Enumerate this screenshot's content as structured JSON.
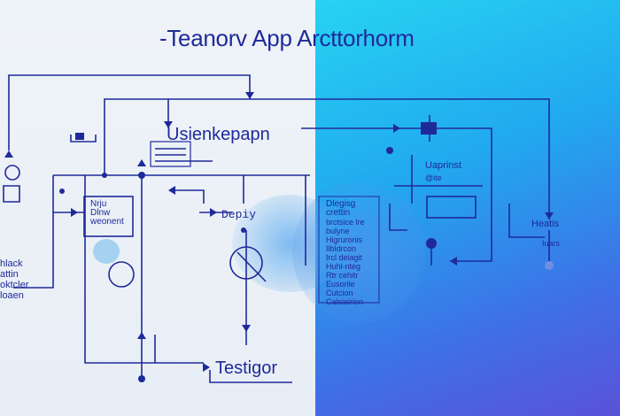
{
  "title": "-Teanorv App Arcttorhorm",
  "labels": {
    "design": "Usienkepapn",
    "testing": "Testigor",
    "dply": "Depiy",
    "blueprint": "Uaprinst",
    "blueprint_sub": "@ite",
    "heals": "Heatis",
    "heals_sub": "Iuars",
    "nrju": [
      "Nrju",
      "Dlnw",
      "weonent"
    ],
    "left_text": [
      "hlack",
      "attin",
      "oktcler",
      "loaen"
    ],
    "middle_list": [
      "Dlegisg",
      "crettin",
      "brctsice lre",
      "bulyne",
      "Higruronis",
      "Ilbldrcon",
      "Ircl deiagit",
      "Huhl-nteg",
      "Rtr cehitr",
      "Eusorile",
      "Cutcion",
      "Calsielrion"
    ]
  }
}
